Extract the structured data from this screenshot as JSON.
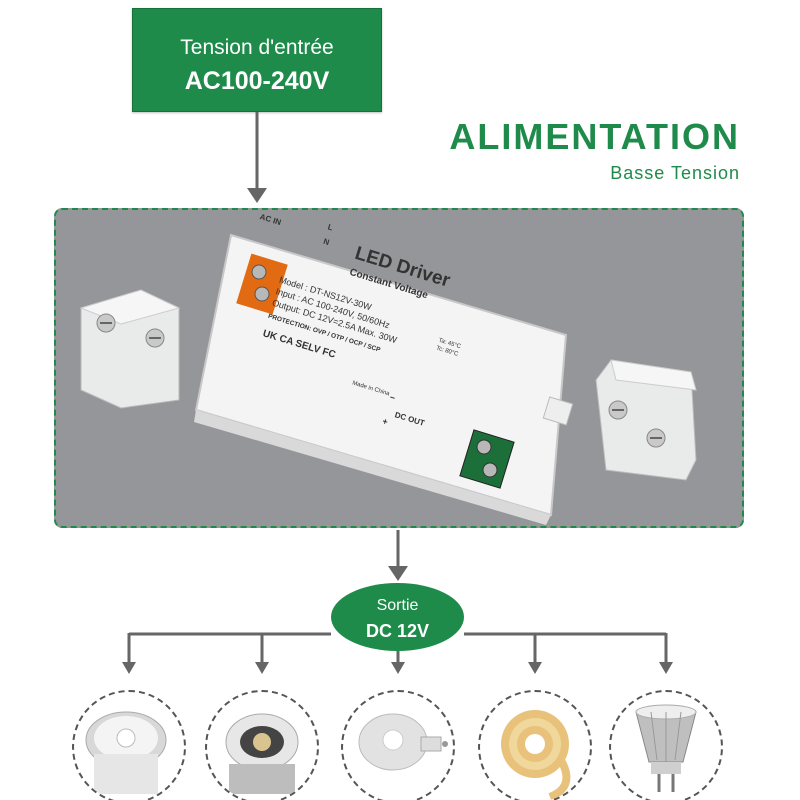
{
  "input": {
    "label": "Tension d'entrée",
    "value": "AC100-240V"
  },
  "title": {
    "main": "ALIMENTATION",
    "sub": "Basse Tension"
  },
  "driver": {
    "brand": "LED Driver",
    "subtitle": "Constant Voltage",
    "model": "Model : DT-NS12V-30W",
    "input_spec": "Input   : AC 100-240V, 50/60Hz",
    "output_spec": "Output: DC 12V=2.5A Max. 30W",
    "protection": "PROTECTION: OVP / OTP / OCP / SCP",
    "ta": "Ta: 45°C",
    "tc": "Tc: 80°C",
    "made_in": "Made in China",
    "ac_in": "AC IN",
    "dc_out": "DC OUT",
    "term_l": "L",
    "term_n": "N",
    "term_minus": "−",
    "term_plus": "+",
    "marks": "UK CA  SELV FC"
  },
  "output": {
    "label": "Sortie",
    "value": "DC 12V"
  },
  "colors": {
    "brand_green": "#1e8b4a",
    "arrow_gray": "#666666",
    "panel_gray": "#949699"
  },
  "loads": [
    {
      "icon": "gu10-spotlight-icon"
    },
    {
      "icon": "recessed-downlight-icon"
    },
    {
      "icon": "gu10-bulb-icon"
    },
    {
      "icon": "led-strip-reel-icon"
    },
    {
      "icon": "mr16-bulb-icon"
    }
  ]
}
